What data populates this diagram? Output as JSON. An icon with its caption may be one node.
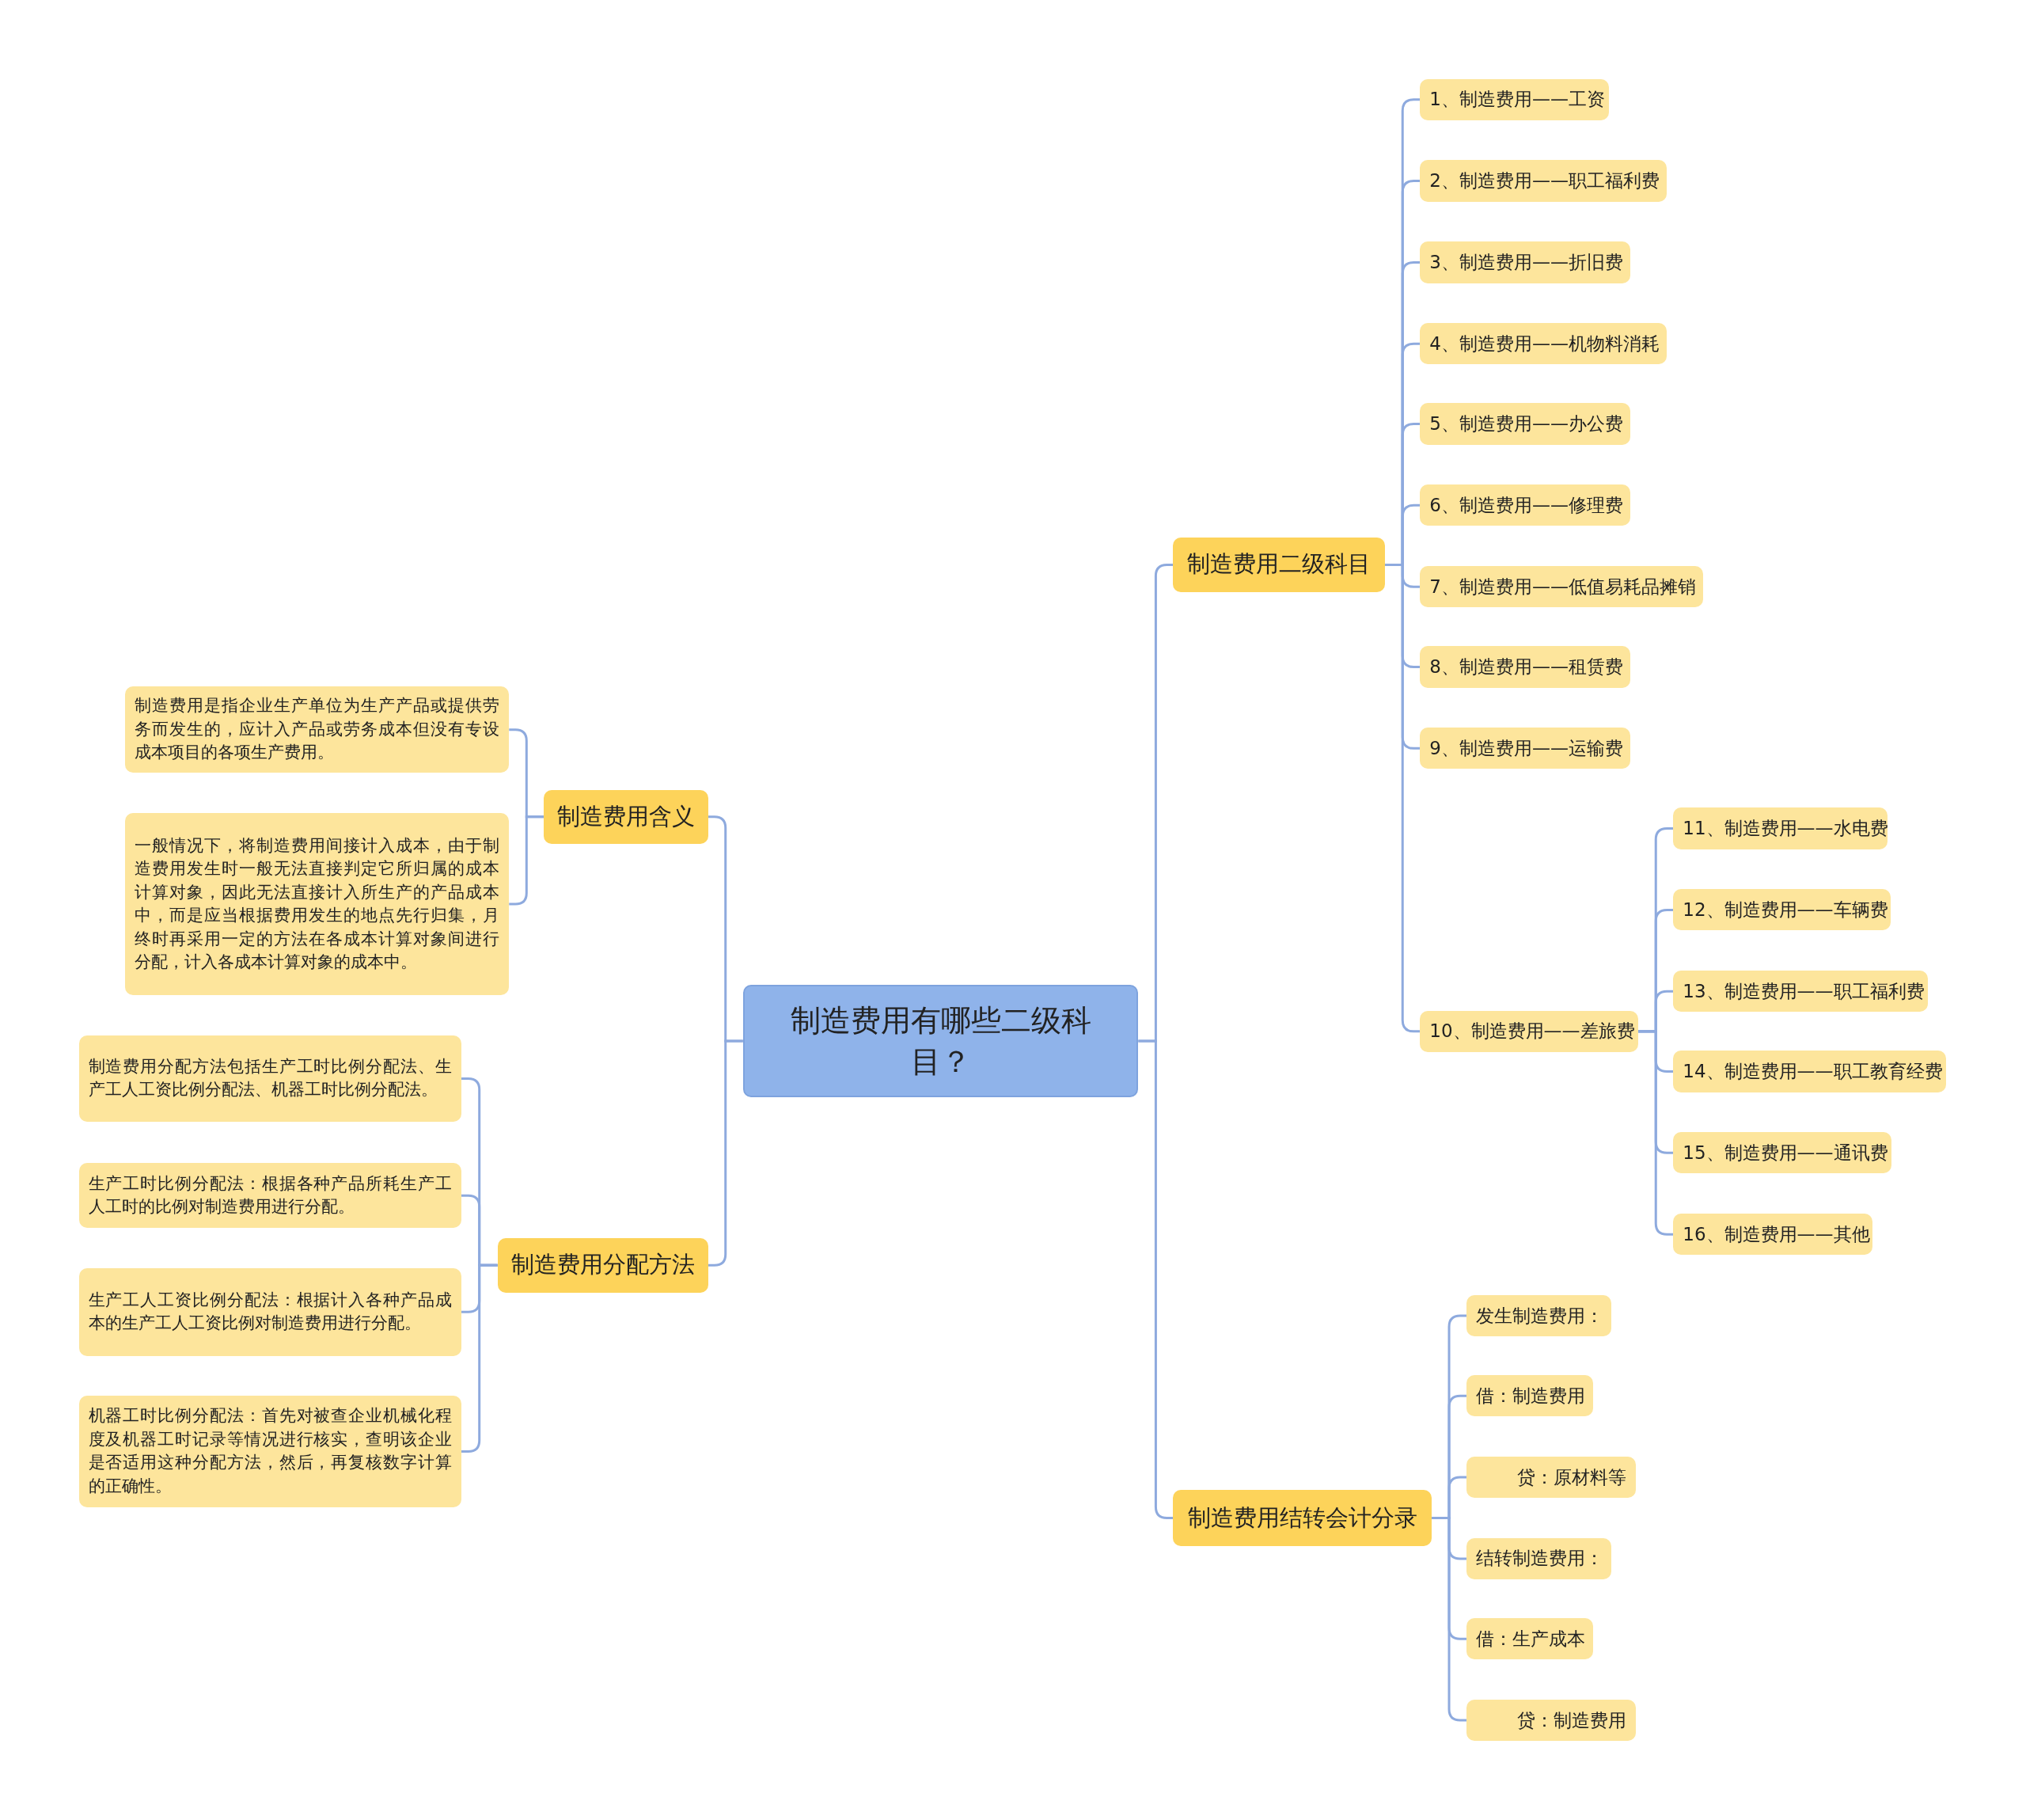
{
  "diagram": {
    "nodes": [
      {
        "text": [
          "制造费用有哪些二级科目？"
        ]
      },
      {
        "text": [
          "制造费用含义"
        ]
      },
      {
        "text": [
          "制造费用是指企业生产单位为生产产品或提供劳务而发生的，应计入产品或劳务成本但没有专设成本项目的各项生产费用。"
        ]
      },
      {
        "text": [
          "一般情况下，将制造费用间接计入成本，由于制造费用发生时一般无法直接判定它所归属的成本计算对象，因此无法直接计入所生产的产品成本中，而是应当根据费用发生的地点先行归集，月终时再采用一定的方法在各成本计算对象间进行分配，计入各成本计算对象的成本中。"
        ]
      },
      {
        "text": [
          "制造费用分配方法"
        ]
      },
      {
        "text": [
          "制造费用分配方法包括生产工时比例分配法、生产工人工资比例分配法、机器工时比例分配法。"
        ]
      },
      {
        "text": [
          "生产工时比例分配法：根据各种产品所耗生产工人工时的比例对制造费用进行分配。"
        ]
      },
      {
        "text": [
          "生产工人工资比例分配法：根据计入各种产品成本的生产工人工资比例对制造费用进行分配。"
        ]
      },
      {
        "text": [
          "机器工时比例分配法：首先对被查企业机械化程度及机器工时记录等情况进行核实，查明该企业是否适用这种分配方法，然后，再复核数字计算的正确性。"
        ]
      },
      {
        "text": [
          "制造费用二级科目"
        ]
      },
      {
        "text": [
          "1、制造费用——工资"
        ]
      },
      {
        "text": [
          "2、制造费用——职工福利费"
        ]
      },
      {
        "text": [
          "3、制造费用——折旧费"
        ]
      },
      {
        "text": [
          "4、制造费用——机物料消耗"
        ]
      },
      {
        "text": [
          "5、制造费用——办公费"
        ]
      },
      {
        "text": [
          "6、制造费用——修理费"
        ]
      },
      {
        "text": [
          "7、制造费用——低值易耗品摊销"
        ]
      },
      {
        "text": [
          "8、制造费用——租赁费"
        ]
      },
      {
        "text": [
          "9、制造费用——运输费"
        ]
      },
      {
        "text": [
          "10、制造费用——差旅费"
        ]
      },
      {
        "text": [
          "11、制造费用——水电费"
        ]
      },
      {
        "text": [
          "12、制造费用——车辆费"
        ]
      },
      {
        "text": [
          "13、制造费用——职工福利费"
        ]
      },
      {
        "text": [
          "14、制造费用——职工教育经费"
        ]
      },
      {
        "text": [
          "15、制造费用——通讯费"
        ]
      },
      {
        "text": [
          "16、制造费用——其他"
        ]
      },
      {
        "text": [
          "制造费用结转会计分录"
        ]
      },
      {
        "text": [
          "发生制造费用："
        ]
      },
      {
        "text": [
          "借：制造费用"
        ]
      },
      {
        "text": [
          "贷：原材料等"
        ]
      },
      {
        "text": [
          "结转制造费用："
        ]
      },
      {
        "text": [
          "借：生产成本"
        ]
      },
      {
        "text": [
          "贷：制造费用"
        ]
      }
    ],
    "edges": [
      {
        "from": 0,
        "to": 1,
        "arrow": "none"
      },
      {
        "from": 1,
        "to": 2,
        "arrow": "none"
      },
      {
        "from": 1,
        "to": 3,
        "arrow": "none"
      },
      {
        "from": 0,
        "to": 4,
        "arrow": "none"
      },
      {
        "from": 4,
        "to": 5,
        "arrow": "none"
      },
      {
        "from": 4,
        "to": 6,
        "arrow": "none"
      },
      {
        "from": 4,
        "to": 7,
        "arrow": "none"
      },
      {
        "from": 4,
        "to": 8,
        "arrow": "none"
      },
      {
        "from": 0,
        "to": 9,
        "arrow": "none"
      },
      {
        "from": 9,
        "to": 10,
        "arrow": "none"
      },
      {
        "from": 9,
        "to": 11,
        "arrow": "none"
      },
      {
        "from": 9,
        "to": 12,
        "arrow": "none"
      },
      {
        "from": 9,
        "to": 13,
        "arrow": "none"
      },
      {
        "from": 9,
        "to": 14,
        "arrow": "none"
      },
      {
        "from": 9,
        "to": 15,
        "arrow": "none"
      },
      {
        "from": 9,
        "to": 16,
        "arrow": "none"
      },
      {
        "from": 9,
        "to": 17,
        "arrow": "none"
      },
      {
        "from": 9,
        "to": 18,
        "arrow": "none"
      },
      {
        "from": 9,
        "to": 19,
        "arrow": "none"
      },
      {
        "from": 19,
        "to": 20,
        "arrow": "none"
      },
      {
        "from": 19,
        "to": 21,
        "arrow": "none"
      },
      {
        "from": 19,
        "to": 22,
        "arrow": "none"
      },
      {
        "from": 19,
        "to": 23,
        "arrow": "none"
      },
      {
        "from": 19,
        "to": 24,
        "arrow": "none"
      },
      {
        "from": 19,
        "to": 25,
        "arrow": "none"
      },
      {
        "from": 0,
        "to": 26,
        "arrow": "none"
      },
      {
        "from": 26,
        "to": 27,
        "arrow": "none"
      },
      {
        "from": 26,
        "to": 28,
        "arrow": "none"
      },
      {
        "from": 26,
        "to": 29,
        "arrow": "none"
      },
      {
        "from": 26,
        "to": 30,
        "arrow": "none"
      },
      {
        "from": 26,
        "to": 31,
        "arrow": "none"
      },
      {
        "from": 26,
        "to": 32,
        "arrow": "none"
      }
    ]
  }
}
